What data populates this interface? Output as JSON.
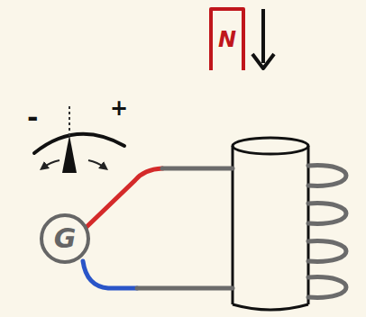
{
  "diagram": {
    "nodes": [
      {
        "text": [
          "N"
        ]
      },
      {
        "text": [
          "G"
        ]
      }
    ],
    "labels": [
      "-",
      "+"
    ]
  }
}
